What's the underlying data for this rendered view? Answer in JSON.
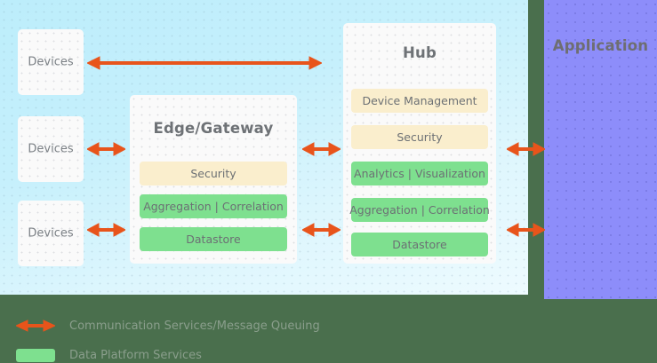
{
  "colors": {
    "panel_blue_top": "#bcedfb",
    "panel_blue_bottom": "#eefbff",
    "application_purple": "#8d8dfa",
    "footer_green": "#4a6f4d",
    "service_green": "#7ee08f",
    "service_cream": "#faeecd",
    "arrow_orange": "#e8541b",
    "card_white": "#fafafa",
    "text_gray": "#6e7276"
  },
  "application": {
    "label": "Application"
  },
  "devices": [
    {
      "label": "Devices"
    },
    {
      "label": "Devices"
    },
    {
      "label": "Devices"
    }
  ],
  "edge": {
    "title": "Edge/Gateway",
    "services": [
      {
        "label": "Security",
        "kind": "cream"
      },
      {
        "label": "Aggregation | Correlation",
        "kind": "green"
      },
      {
        "label": "Datastore",
        "kind": "green"
      }
    ]
  },
  "hub": {
    "title": "Hub",
    "services": [
      {
        "label": "Device Management",
        "kind": "cream"
      },
      {
        "label": "Security",
        "kind": "cream"
      },
      {
        "label": "Analytics | Visualization",
        "kind": "green"
      },
      {
        "label": "Aggregation | Correlation",
        "kind": "green"
      },
      {
        "label": "Datastore",
        "kind": "green"
      }
    ]
  },
  "connectors": [
    {
      "name": "device1-to-hub",
      "style": "double-long"
    },
    {
      "name": "device2-to-edge",
      "style": "double-short"
    },
    {
      "name": "device3-to-edge",
      "style": "double-short"
    },
    {
      "name": "edge-to-hub-upper",
      "style": "double-short"
    },
    {
      "name": "edge-to-hub-lower",
      "style": "double-short"
    },
    {
      "name": "hub-to-application-upper",
      "style": "double-short"
    },
    {
      "name": "hub-to-application-lower",
      "style": "double-short"
    }
  ],
  "legend": {
    "items": [
      {
        "icon": "double-arrow-icon",
        "label": "Communication Services/Message Queuing"
      },
      {
        "icon": "green-swatch-icon",
        "label": "Data Platform Services"
      }
    ]
  }
}
